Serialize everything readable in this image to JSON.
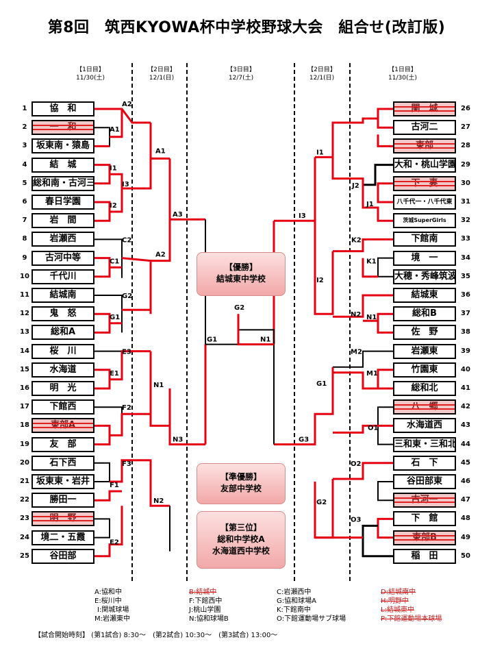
{
  "title": "第8回　筑西KYOWA杯中学校野球大会　組合せ(改訂版)",
  "headers": [
    {
      "label": "【1日目】",
      "date": "11/30(土)"
    },
    {
      "label": "【2日目】",
      "date": "12/1(日)"
    },
    {
      "label": "【3日目】",
      "date": "12/7(土)"
    },
    {
      "label": "【2日目】",
      "date": "12/1(日)"
    },
    {
      "label": "【1日目】",
      "date": "11/30(土)"
    }
  ],
  "left_teams": [
    {
      "no": "1",
      "name": "協　和"
    },
    {
      "no": "2",
      "name": "一　和"
    },
    {
      "no": "3",
      "name": "坂東南・猿島"
    },
    {
      "no": "4",
      "name": "結　城"
    },
    {
      "no": "5",
      "name": "総和南・古河三"
    },
    {
      "no": "6",
      "name": "春日学園"
    },
    {
      "no": "7",
      "name": "岩　間"
    },
    {
      "no": "8",
      "name": "岩瀬西"
    },
    {
      "no": "9",
      "name": "古河中等"
    },
    {
      "no": "10",
      "name": "千代川"
    },
    {
      "no": "11",
      "name": "結城南"
    },
    {
      "no": "12",
      "name": "鬼　怒"
    },
    {
      "no": "13",
      "name": "総和A"
    },
    {
      "no": "14",
      "name": "桜　川"
    },
    {
      "no": "15",
      "name": "水海道"
    },
    {
      "no": "16",
      "name": "明　光"
    },
    {
      "no": "17",
      "name": "下館西"
    },
    {
      "no": "18",
      "name": "東部A"
    },
    {
      "no": "19",
      "name": "友　部"
    },
    {
      "no": "20",
      "name": "石下西"
    },
    {
      "no": "21",
      "name": "坂東東・岩井"
    },
    {
      "no": "22",
      "name": "勝田一"
    },
    {
      "no": "23",
      "name": "明　野"
    },
    {
      "no": "24",
      "name": "境二・五霞"
    },
    {
      "no": "25",
      "name": "谷田部"
    }
  ],
  "right_teams": [
    {
      "no": "26",
      "name": "関　城"
    },
    {
      "no": "27",
      "name": "古河二"
    },
    {
      "no": "28",
      "name": "東部"
    },
    {
      "no": "29",
      "name": "大和・桃山学園"
    },
    {
      "no": "30",
      "name": "下　妻"
    },
    {
      "no": "31",
      "name": "八千代一・八千代東"
    },
    {
      "no": "32",
      "name": "茨城SuperGirls"
    },
    {
      "no": "33",
      "name": "下館南"
    },
    {
      "no": "34",
      "name": "境　一"
    },
    {
      "no": "35",
      "name": "大穂・秀峰筑波"
    },
    {
      "no": "36",
      "name": "結城東"
    },
    {
      "no": "37",
      "name": "総和B"
    },
    {
      "no": "38",
      "name": "佐　野"
    },
    {
      "no": "39",
      "name": "岩瀬東"
    },
    {
      "no": "40",
      "name": "竹園東"
    },
    {
      "no": "41",
      "name": "総和北"
    },
    {
      "no": "42",
      "name": "八　郷"
    },
    {
      "no": "43",
      "name": "水海道西"
    },
    {
      "no": "44",
      "name": "三和東・三和北"
    },
    {
      "no": "45",
      "name": "石　下"
    },
    {
      "no": "46",
      "name": "谷田部東"
    },
    {
      "no": "47",
      "name": "古河一"
    },
    {
      "no": "48",
      "name": "下　館"
    },
    {
      "no": "49",
      "name": "東部B"
    },
    {
      "no": "50",
      "name": "稲　田"
    }
  ],
  "match_labels_left": [
    "A2",
    "A1",
    "I1",
    "I3",
    "I2",
    "C2",
    "C1",
    "G2",
    "G1",
    "E3",
    "E1",
    "F2",
    "F3",
    "F1",
    "E2",
    "A1",
    "A2",
    "A3",
    "N1",
    "N3",
    "N2",
    "G1"
  ],
  "match_labels_right": [
    "I1",
    "J2",
    "J1",
    "I3",
    "K2",
    "K1",
    "I2",
    "N2",
    "N1",
    "M2",
    "M1",
    "G1",
    "O1",
    "G3",
    "O2",
    "O3",
    "G2",
    "N1"
  ],
  "final": {
    "g2": "G2"
  },
  "winner": {
    "title": "【優勝】",
    "name": "結城東中学校"
  },
  "runner_up": {
    "title": "【準優勝】",
    "name": "友部中学校"
  },
  "third": {
    "title": "【第三位】",
    "name1": "総和中学校A",
    "name2": "水海道西中学校"
  },
  "legend": [
    {
      "text": "A:協和中",
      "struck": false
    },
    {
      "text": "E:桜川中",
      "struck": false
    },
    {
      "text": "I:関城球場",
      "struck": false
    },
    {
      "text": "M:岩瀬東中",
      "struck": false
    },
    {
      "text": "B:結城中",
      "struck": true
    },
    {
      "text": "F:下館西中",
      "struck": false
    },
    {
      "text": "J:桃山学園",
      "struck": false
    },
    {
      "text": "N:協和球場B",
      "struck": false
    },
    {
      "text": "C:岩瀬西中",
      "struck": false
    },
    {
      "text": "G:協和球場A",
      "struck": false
    },
    {
      "text": "K:下館南中",
      "struck": false
    },
    {
      "text": "O:下館運動場サブ球場",
      "struck": false
    },
    {
      "text": "D:結城南中",
      "struck": true
    },
    {
      "text": "H:明野中",
      "struck": true
    },
    {
      "text": "L:結城東中",
      "struck": true
    },
    {
      "text": "P:下館運動場本球場",
      "struck": true
    }
  ],
  "times": "【試合開始時刻】 (第1試合) 8:30～　(第2試合) 10:30～　(第3試合) 13:00～",
  "colors": {
    "win_line": "#e60012",
    "line": "#000000",
    "box": "#f4b6b6"
  }
}
